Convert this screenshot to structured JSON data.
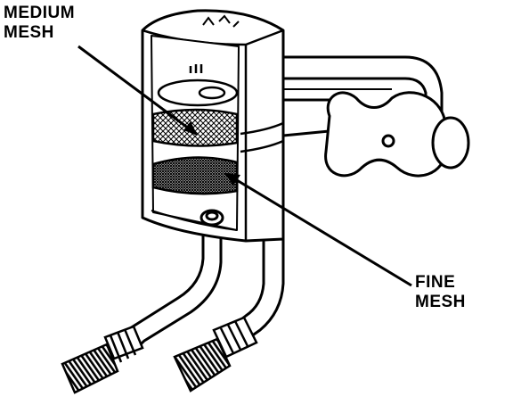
{
  "labels": {
    "medium_mesh": {
      "line1": "MEDIUM",
      "line2": "MESH"
    },
    "fine_mesh": {
      "line1": "FINE",
      "line2": "MESH"
    }
  },
  "colors": {
    "ink": "#000000",
    "paper": "#ffffff"
  }
}
